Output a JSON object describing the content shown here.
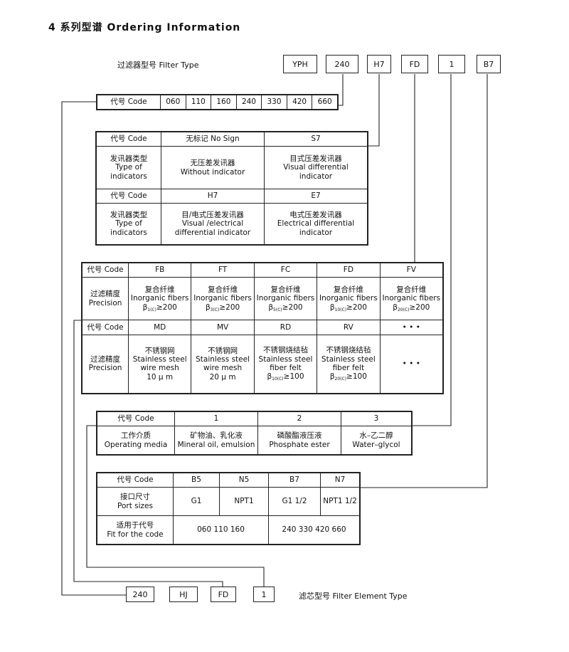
{
  "title": "4 系列型谱 Ordering Information",
  "filter_type": {
    "label": "过滤器型号  Filter Type",
    "boxes": [
      "YPH",
      "240",
      "H7",
      "FD",
      "1",
      "B7"
    ]
  },
  "size_row": {
    "header": "代号 Code",
    "codes": [
      "060",
      "110",
      "160",
      "240",
      "330",
      "420",
      "660"
    ]
  },
  "indicator_table": {
    "code_header": "代号 Code",
    "type_header": [
      "发讯器类型",
      "Type of",
      "indicators"
    ],
    "group1": {
      "codes": [
        "无标记  No Sign",
        "S7"
      ],
      "desc": [
        [
          "无压差发讯器",
          "Without indicator"
        ],
        [
          "目式压差发讯器",
          "Visual differential indicator"
        ]
      ]
    },
    "group2": {
      "codes": [
        "H7",
        "E7"
      ],
      "desc": [
        [
          "目/电式压差发讯器",
          "Visual /electrical",
          "differential indicator"
        ],
        [
          "电式压差发讯器",
          "Electrical differential indicator"
        ]
      ]
    }
  },
  "precision_table": {
    "code_header": "代号 Code",
    "precision_header": [
      "过滤精度",
      "Precision"
    ],
    "row1": {
      "codes": [
        "FB",
        "FT",
        "FC",
        "FD",
        "FV"
      ],
      "cells": [
        {
          "cn": "复合纤维",
          "en": "Inorganic fibers",
          "beta": "β",
          "sub": "1(C)",
          "val": "≥200"
        },
        {
          "cn": "复合纤维",
          "en": "Inorganic fibers",
          "beta": "β",
          "sub": "3(C)",
          "val": "≥200"
        },
        {
          "cn": "复合纤维",
          "en": "Inorganic fibers",
          "beta": "β",
          "sub": "5(C)",
          "val": "≥200"
        },
        {
          "cn": "复合纤维",
          "en": "Inorganic fibers",
          "beta": "β",
          "sub": "10(C)",
          "val": "≥200"
        },
        {
          "cn": "复合纤维",
          "en": "Inorganic fibers",
          "beta": "β",
          "sub": "20(C)",
          "val": "≥200"
        }
      ]
    },
    "row2": {
      "codes": [
        "MD",
        "MV",
        "RD",
        "RV",
        "• • •"
      ],
      "cells": [
        {
          "cn": "不锈钢网",
          "en1": "Stainless steel",
          "en2": "wire mesh",
          "val": "10 μ m"
        },
        {
          "cn": "不锈钢网",
          "en1": "Stainless steel",
          "en2": "wire mesh",
          "val": "20 μ m"
        },
        {
          "cn": "不锈钢烧结毡",
          "en1": "Stainless steel",
          "en2": "fiber felt",
          "beta": "β",
          "sub": "10(C)",
          "val": "≥100"
        },
        {
          "cn": "不锈钢烧结毡",
          "en1": "Stainless steel",
          "en2": "fiber felt",
          "beta": "β",
          "sub": "20(C)",
          "val": "≥100"
        },
        {
          "dots": "• • •"
        }
      ]
    }
  },
  "media_table": {
    "code_header": "代号 Code",
    "codes": [
      "1",
      "2",
      "3"
    ],
    "header": [
      "工作介质",
      "Operating media"
    ],
    "values": [
      [
        "矿物油、乳化液",
        "Mineral oil, emulsion"
      ],
      [
        "磷酸酯液压液",
        "Phosphate ester"
      ],
      [
        "水–乙二醇",
        "Water–glycol"
      ]
    ]
  },
  "port_table": {
    "code_header": "代号 Code",
    "codes": [
      "B5",
      "N5",
      "B7",
      "N7"
    ],
    "size_header": [
      "接口尺寸",
      "Port sizes"
    ],
    "sizes": [
      "G1",
      "NPT1",
      "G1  1/2",
      "NPT1 1/2"
    ],
    "fit_header": [
      "适用于代号",
      "Fit for the code"
    ],
    "fit": [
      "060  110  160",
      "240  330  420  660"
    ]
  },
  "element_type": {
    "boxes": [
      "240",
      "HJ",
      "FD",
      "1"
    ],
    "label": "滤芯型号 Filter Element Type"
  }
}
